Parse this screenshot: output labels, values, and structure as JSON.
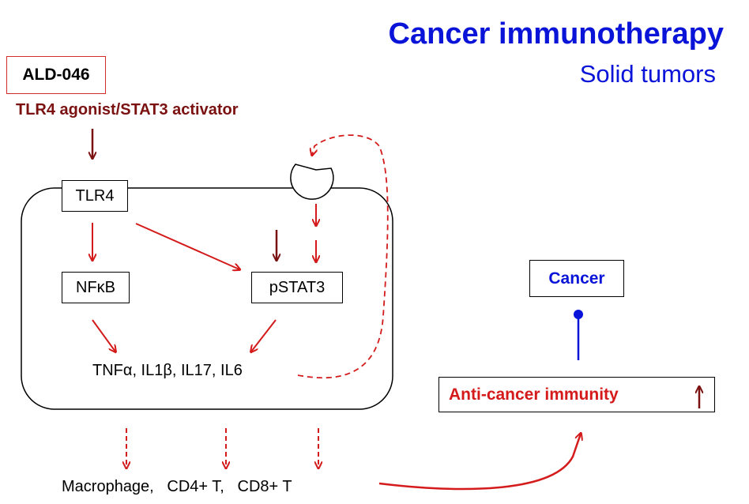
{
  "header": {
    "title": "Cancer immunotherapy",
    "subtitle": "Solid tumors"
  },
  "drug": {
    "name": "ALD-046",
    "mechanism": "TLR4 agonist/STAT3 activator"
  },
  "nodes": {
    "tlr4": "TLR4",
    "nfkb": "NFκB",
    "pstat3": "pSTAT3",
    "cytokines": "TNFα, IL1β, IL17, IL6",
    "cells": "Macrophage,   CD4+ T,   CD8+ T",
    "cancer": "Cancer",
    "immunity": "Anti-cancer immunity"
  },
  "colors": {
    "title_blue": "#0a14d8",
    "arrow_red": "#d41a1a",
    "arrow_dark_red": "#7a1010",
    "inhibit_blue": "#0a14d8"
  },
  "icons": {
    "receptor": "receptor-icon",
    "increase": "up-arrow-icon"
  }
}
